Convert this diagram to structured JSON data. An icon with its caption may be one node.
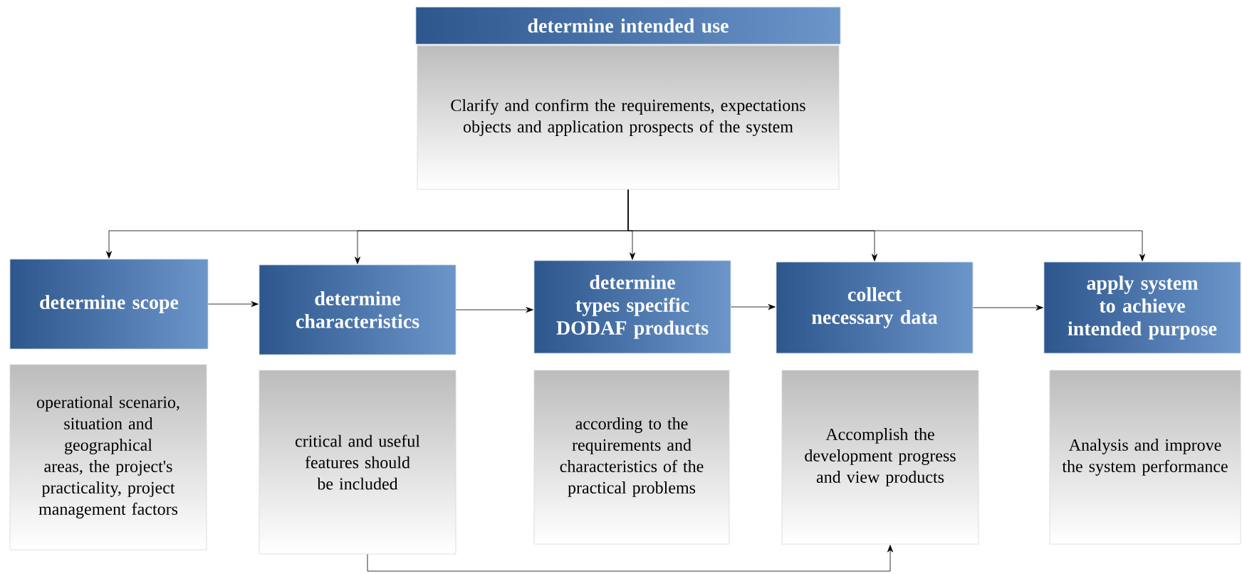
{
  "diagram": {
    "nodes": [
      {
        "text": [
          "determine  intended use"
        ]
      },
      {
        "text": [
          "Clarify and confirm the requirements, expectations objects and application prospects of the system"
        ]
      },
      {
        "text": [
          "determine scope"
        ]
      },
      {
        "text": [
          "operational scenario, situation and geographical areas, the project's practicality, project management factors"
        ]
      },
      {
        "text": [
          "determine characteristics"
        ]
      },
      {
        "text": [
          "critical and useful features should be included"
        ]
      },
      {
        "text": [
          "determine types specific DODAF products"
        ]
      },
      {
        "text": [
          "according to the requirements and characteristics of the practical problems"
        ]
      },
      {
        "text": [
          "collect necessary data"
        ]
      },
      {
        "text": [
          "Accomplish the development progress and view products"
        ]
      },
      {
        "text": [
          "apply system to achieve  intended purpose"
        ]
      },
      {
        "text": [
          "Analysis and improve the system performance"
        ]
      }
    ],
    "edges": [
      {
        "from": 1,
        "to": 2,
        "arrow": "to"
      },
      {
        "from": 1,
        "to": 4,
        "arrow": "to"
      },
      {
        "from": 1,
        "to": 6,
        "arrow": "to"
      },
      {
        "from": 1,
        "to": 8,
        "arrow": "to"
      },
      {
        "from": 1,
        "to": 10,
        "arrow": "to"
      },
      {
        "from": 2,
        "to": 4,
        "arrow": "to"
      },
      {
        "from": 4,
        "to": 6,
        "arrow": "to"
      },
      {
        "from": 6,
        "to": 8,
        "arrow": "to"
      },
      {
        "from": 8,
        "to": 10,
        "arrow": "to"
      },
      {
        "from": 5,
        "to": 9,
        "arrow": "to"
      }
    ]
  }
}
